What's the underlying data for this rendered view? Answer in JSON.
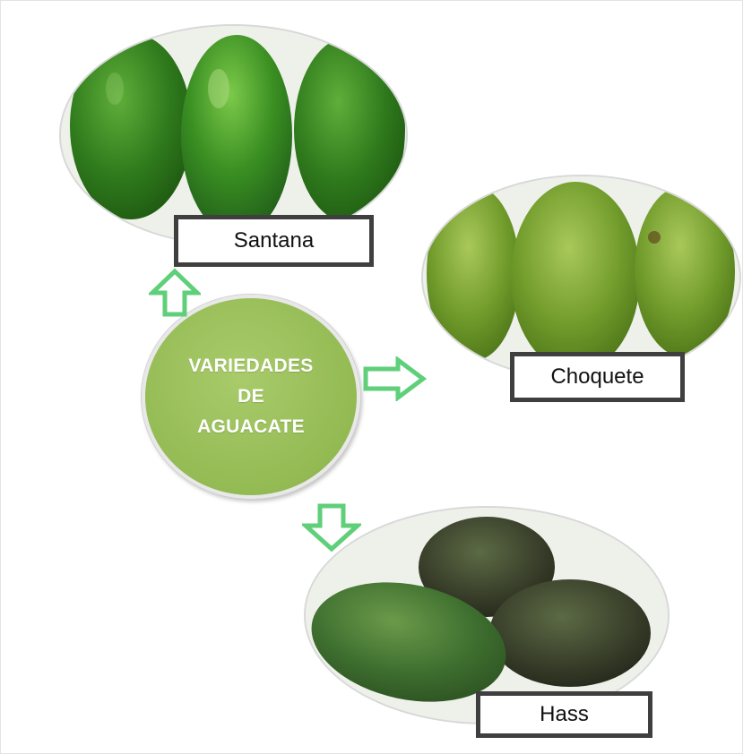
{
  "center": {
    "lines": [
      "VARIEDADES",
      "DE",
      "AGUACATE"
    ]
  },
  "varieties": [
    {
      "name": "Santana"
    },
    {
      "name": "Choquete"
    },
    {
      "name": "Hass"
    }
  ],
  "colors": {
    "center_fill": "#93ba53",
    "arrow_stroke": "#5fcf7a",
    "label_border": "#3f3f3f",
    "santana_fruit": "#3f8a1f",
    "choquete_fruit": "#6f9a2a",
    "hass_dark_fruit": "#3a3d2c"
  },
  "icons": {
    "arrow_up": "arrow-up-icon",
    "arrow_right": "arrow-right-icon",
    "arrow_down": "arrow-down-icon"
  }
}
